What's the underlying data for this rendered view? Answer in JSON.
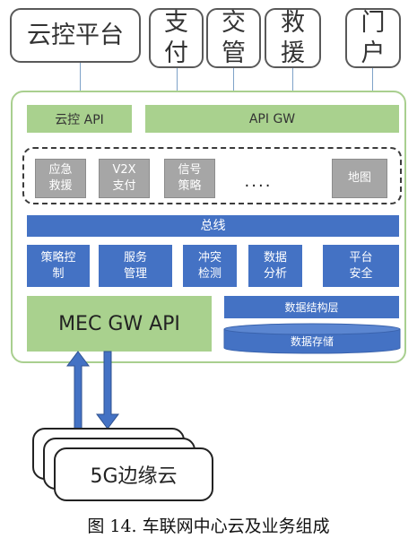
{
  "top_boxes": {
    "cloud_platform": "云控平台",
    "payment": "支\n付",
    "traffic_mgmt": "交\n管",
    "rescue": "救\n援",
    "portal": "门\n户"
  },
  "gateways": {
    "cloud_api": "云控 API",
    "api_gw": "API GW"
  },
  "apps": [
    "应急\n救援",
    "V2X\n支付",
    "信号\n策略",
    "地图"
  ],
  "ellipsis": "....",
  "bus": "总线",
  "services": [
    "策略控\n制",
    "服务\n管理",
    "冲突\n检测",
    "数据\n分析",
    "平台\n安全"
  ],
  "mec_gw": "MEC GW API",
  "data_structure_layer": "数据结构层",
  "data_storage": "数据存储",
  "edge_cloud": "5G边缘云",
  "caption": "图 14.  车联网中心云及业务组成",
  "colors": {
    "green": "#a9d18e",
    "blue": "#4472c4",
    "gray": "#a6a6a6",
    "outer_border": "#a9cf8f"
  }
}
